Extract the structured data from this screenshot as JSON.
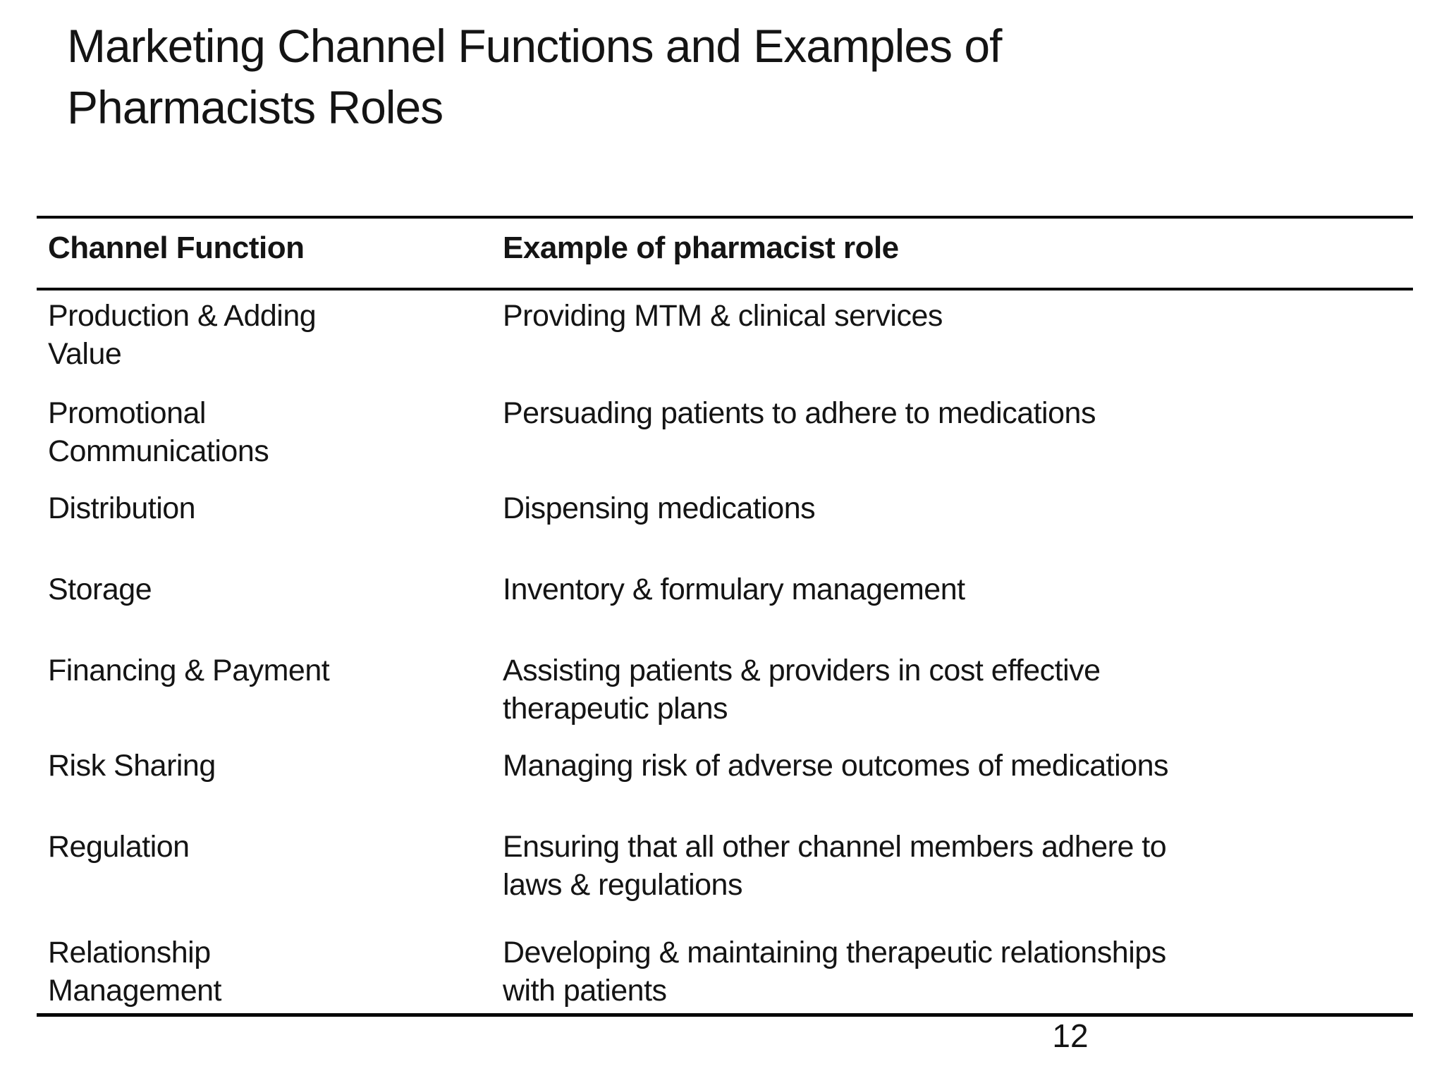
{
  "slide": {
    "title": "Marketing Channel Functions and Examples of\nPharmacists Roles",
    "page_number": "12",
    "colors": {
      "background": "#ffffff",
      "text": "#141414",
      "rule": "#000000"
    },
    "table": {
      "headers": [
        "Channel Function",
        "Example of pharmacist role"
      ],
      "rows": [
        {
          "function": "Production & Adding\nValue",
          "example": "Providing MTM & clinical services"
        },
        {
          "function": "Promotional\nCommunications",
          "example": "Persuading patients to adhere to medications"
        },
        {
          "function": "Distribution",
          "example": "Dispensing medications"
        },
        {
          "function": "Storage",
          "example": "Inventory & formulary management"
        },
        {
          "function": "Financing & Payment",
          "example": "Assisting patients & providers in cost effective\ntherapeutic plans"
        },
        {
          "function": "Risk Sharing",
          "example": "Managing risk of adverse outcomes of medications"
        },
        {
          "function": "Regulation",
          "example": "Ensuring that all other channel members adhere to\nlaws & regulations"
        },
        {
          "function": "Relationship\nManagement",
          "example": "Developing & maintaining therapeutic relationships\nwith patients"
        }
      ]
    }
  }
}
